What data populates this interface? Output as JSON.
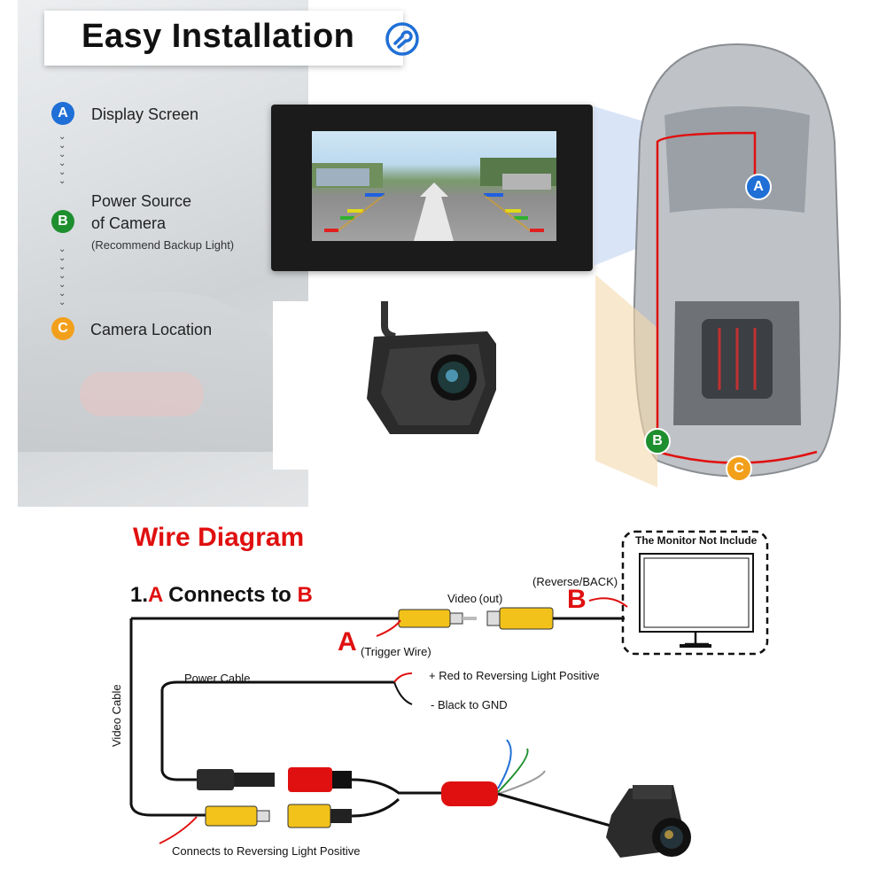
{
  "header": {
    "title": "Easy Installation"
  },
  "legend": {
    "items": [
      {
        "badge": "A",
        "label": "Display Screen",
        "color": "#1f6fd6"
      },
      {
        "badge": "B",
        "label": "Power Source",
        "label2": "of Camera",
        "note": "(Recommend Backup Light)",
        "color": "#1e8f2e"
      },
      {
        "badge": "C",
        "label": "Camera Location",
        "color": "#f2a01c"
      }
    ]
  },
  "car_markers": {
    "a": "A",
    "b": "B",
    "c": "C"
  },
  "wire_diagram": {
    "title": "Wire Diagram",
    "connect_prefix": "1.",
    "connect_a": "A",
    "connect_mid": " Connects to ",
    "connect_b": "B",
    "video_out": "Video (out)",
    "reverse_back": "(Reverse/BACK)",
    "b_label": "B",
    "a_label": "A",
    "trigger_wire": "(Trigger Wire)",
    "monitor_note": "The Monitor Not Include",
    "power_cable": "Power Cable",
    "red_positive": "+ Red to Reversing Light Positive",
    "black_gnd": "- Black to GND",
    "video_cable": "Video Cable",
    "connects_positive": "Connects to Reversing Light Positive"
  },
  "colors": {
    "accent_red": "#e01010",
    "blue": "#1f6fd6",
    "green": "#1e8f2e",
    "orange": "#f2a01c",
    "rca_yellow": "#f2c21a"
  }
}
